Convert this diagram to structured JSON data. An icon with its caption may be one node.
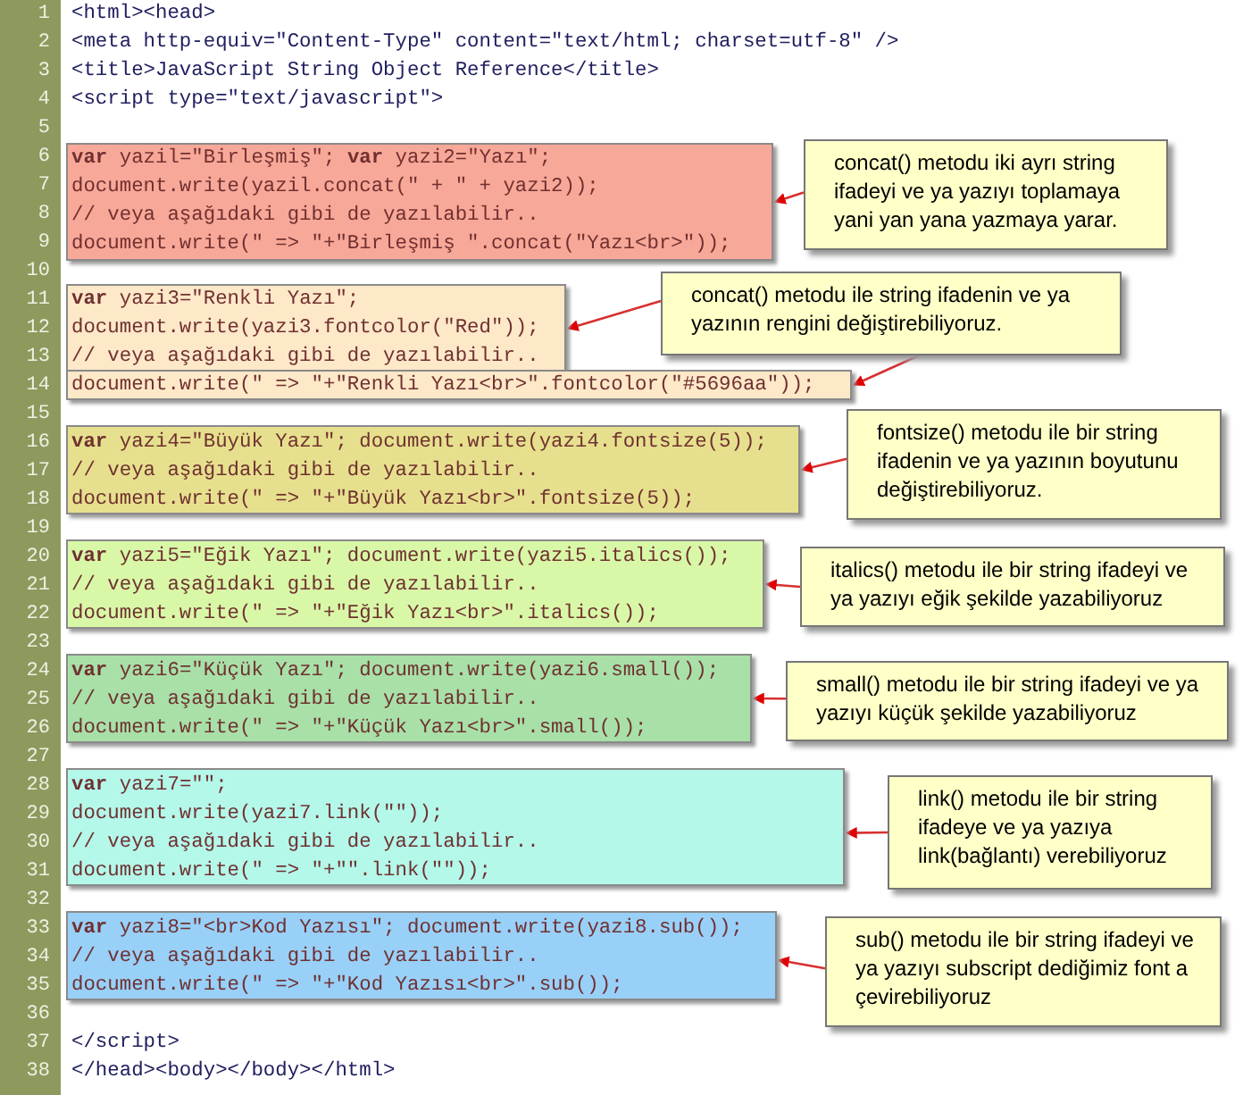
{
  "diagram": {
    "nodes": [
      {
        "text": [
          "**var** yazil=\"Birleşmiş\"; **var** yazi2=\"Yazı\";",
          "document.write(yazil.concat(\" + \" + yazi2));",
          "// veya aşağıdaki gibi de yazılabilir..",
          "document.write(\" => \"+\"Birleşmiş \".concat(\"Yazı<br>\"));"
        ]
      },
      {
        "text": [
          "**var** yazi3=\"Renkli Yazı\";",
          "document.write(yazi3.fontcolor(\"Red\"));",
          "// veya aşağıdaki gibi de yazılabilir.."
        ]
      },
      {
        "text": [
          "document.write(\" => \"+\"Renkli Yazı<br>\".fontcolor(\"#5696aa\"));"
        ]
      },
      {
        "text": [
          "**var** yazi4=\"Büyük Yazı\"; document.write(yazi4.fontsize(5));",
          "// veya aşağıdaki gibi de yazılabilir..",
          "document.write(\" => \"+\"Büyük Yazı<br>\".fontsize(5));"
        ]
      },
      {
        "text": [
          "**var** yazi5=\"Eğik Yazı\"; document.write(yazi5.italics());",
          "// veya aşağıdaki gibi de yazılabilir..",
          "document.write(\" => \"+\"Eğik Yazı<br>\".italics());"
        ]
      },
      {
        "text": [
          "**var** yazi6=\"Küçük Yazı\"; document.write(yazi6.small());",
          "// veya aşağıdaki gibi de yazılabilir..",
          "document.write(\" => \"+\"Küçük Yazı<br>\".small());"
        ]
      },
      {
        "text": [
          "**var** yazi7=\"\";",
          "document.write(yazi7.link(\"\"));",
          "// veya aşağıdaki gibi de yazılabilir..",
          "document.write(\" => \"+\"\".link(\"\"));"
        ]
      },
      {
        "text": [
          "**var** yazi8=\"<br>Kod Yazısı\"; document.write(yazi8.sub());",
          "// veya aşağıdaki gibi de yazılabilir..",
          "document.write(\" => \"+\"Kod Yazısı<br>\".sub());"
        ]
      },
      {
        "text": [
          "concat() metodu iki ayrı string ifadeyi ve ya yazıyı toplamaya yani yan yana yazmaya yarar."
        ]
      },
      {
        "text": [
          "concat() metodu ile string ifadenin ve ya yazının rengini değiştirebiliyoruz."
        ]
      },
      {
        "text": [
          "fontsize() metodu ile bir string ifadenin ve ya yazının boyutunu değiştirebiliyoruz."
        ]
      },
      {
        "text": [
          "italics() metodu ile bir string ifadeyi ve ya yazıyı eğik şekilde yazabiliyoruz"
        ]
      },
      {
        "text": [
          "small() metodu ile bir string ifadeyi ve ya yazıyı küçük şekilde yazabiliyoruz"
        ]
      },
      {
        "text": [
          "link() metodu ile bir string ifadeye ve ya yazıya link(bağlantı) verebiliyoruz"
        ]
      },
      {
        "text": [
          "sub() metodu ile bir string ifadeyi ve ya yazıyı subscript dediğimiz font a çevirebiliyoruz"
        ]
      }
    ],
    "edges": [
      {
        "from": 8,
        "to": 0,
        "arrow": "to"
      },
      {
        "from": 9,
        "to": 1,
        "arrow": "to"
      },
      {
        "from": 9,
        "to": 2,
        "arrow": "to"
      },
      {
        "from": 10,
        "to": 3,
        "arrow": "to"
      },
      {
        "from": 11,
        "to": 4,
        "arrow": "to"
      },
      {
        "from": 12,
        "to": 5,
        "arrow": "to"
      },
      {
        "from": 13,
        "to": 6,
        "arrow": "to"
      },
      {
        "from": 14,
        "to": 7,
        "arrow": "to"
      }
    ],
    "labels": [
      "1",
      "<html><head>",
      "2",
      "<meta http-equiv=\"Content-Type\" content=\"text/html; charset=utf-8\" />",
      "3",
      "<title>JavaScript String Object Reference</title>",
      "4",
      "<script type=\"text/javascript\">",
      "5",
      "6",
      "7",
      "8",
      "9",
      "10",
      "11",
      "12",
      "13",
      "14",
      "15",
      "16",
      "17",
      "18",
      "19",
      "20",
      "21",
      "22",
      "23",
      "24",
      "25",
      "26",
      "27",
      "28",
      "29",
      "30",
      "31",
      "32",
      "33",
      "34",
      "35",
      "36",
      "37",
      "</script>",
      "38",
      "</head><body></body></html>"
    ]
  }
}
